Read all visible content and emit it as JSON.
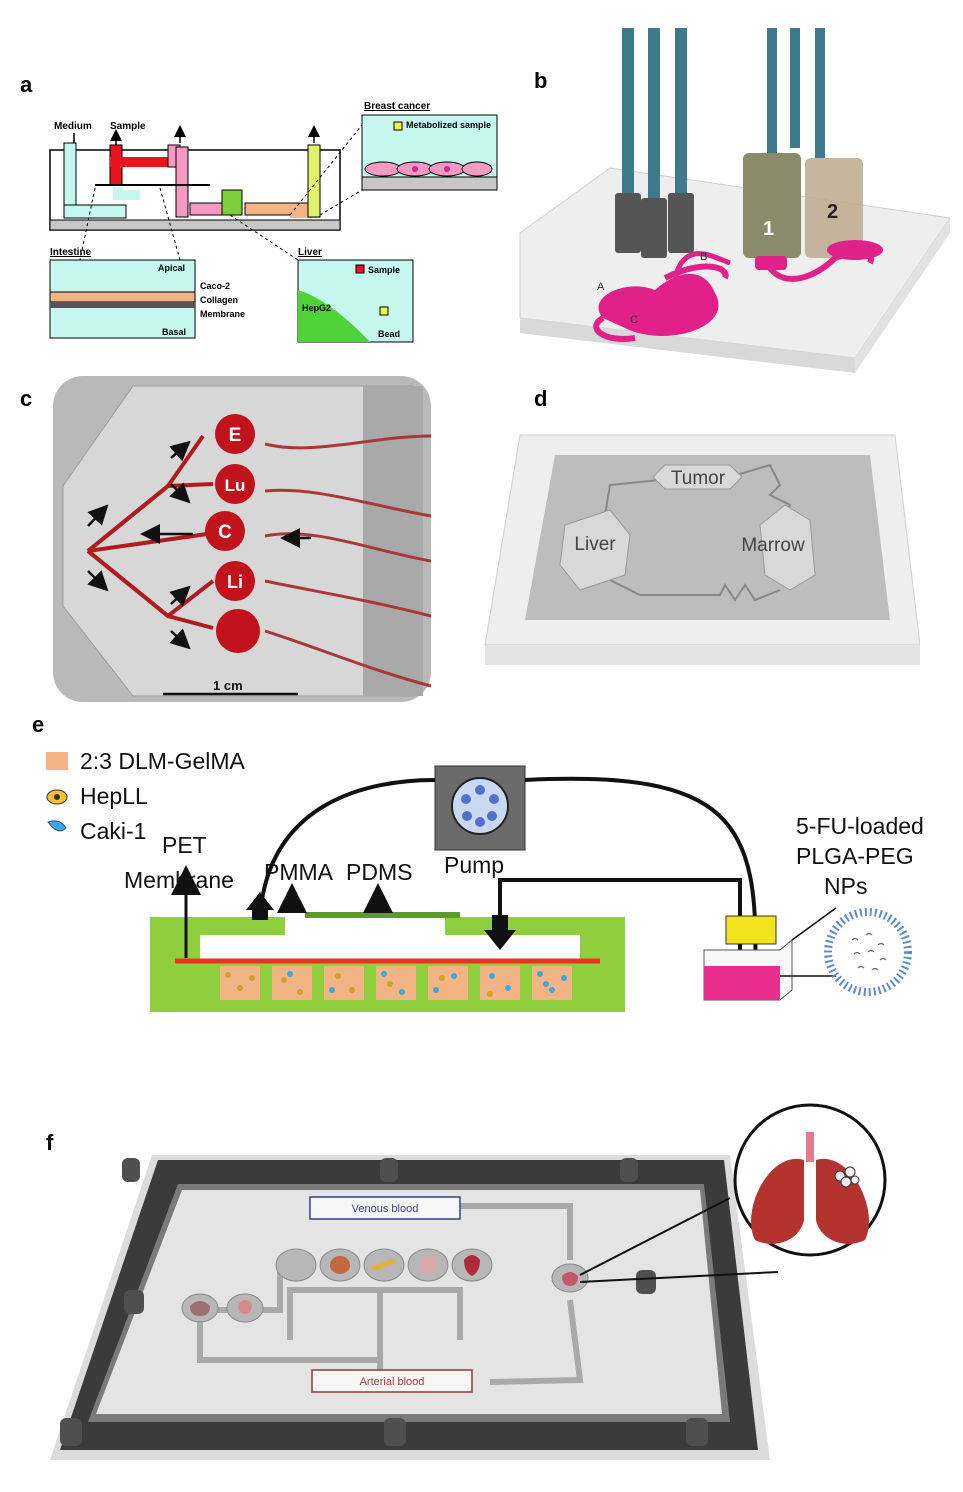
{
  "panel_labels": {
    "a": "a",
    "b": "b",
    "c": "c",
    "d": "d",
    "e": "e",
    "f": "f"
  },
  "panel_a": {
    "medium": "Medium",
    "sample": "Sample",
    "breast_cancer": "Breast cancer",
    "metabolized_sample": "Metabolized sample",
    "intestine": "Intestine",
    "apical": "Apical",
    "basal": "Basal",
    "caco2": "Caco-2",
    "collagen": "Collagen",
    "membrane": "Membrane",
    "liver": "Liver",
    "liver_sample": "Sample",
    "hepg2": "HepG2",
    "bead": "Bead"
  },
  "panel_b": {
    "a": "A",
    "b": "B",
    "c": "C",
    "chamber1": "1",
    "chamber2": "2"
  },
  "panel_c": {
    "e": "E",
    "lu": "Lu",
    "c": "C",
    "li": "Li",
    "scale": "1 cm"
  },
  "panel_d": {
    "tumor": "Tumor",
    "liver": "Liver",
    "marrow": "Marrow"
  },
  "panel_e": {
    "legend1": "2:3 DLM-GelMA",
    "legend2": "HepLL",
    "legend3": "Caki-1",
    "pet": "PET",
    "membrane": "Membrane",
    "pmma": "PMMA",
    "pdms": "PDMS",
    "pump": "Pump",
    "np1": "5-FU-loaded",
    "np2": "PLGA-PEG",
    "np3": "NPs"
  },
  "panel_f": {
    "venous": "Venous blood",
    "arterial": "Arterial blood"
  },
  "colors": {
    "magenta": "#e0218a",
    "red": "#c8101a",
    "green": "#7ccf3a",
    "cyan": "#bff5ec",
    "orange": "#f2b484",
    "pink": "#f49ac2"
  }
}
